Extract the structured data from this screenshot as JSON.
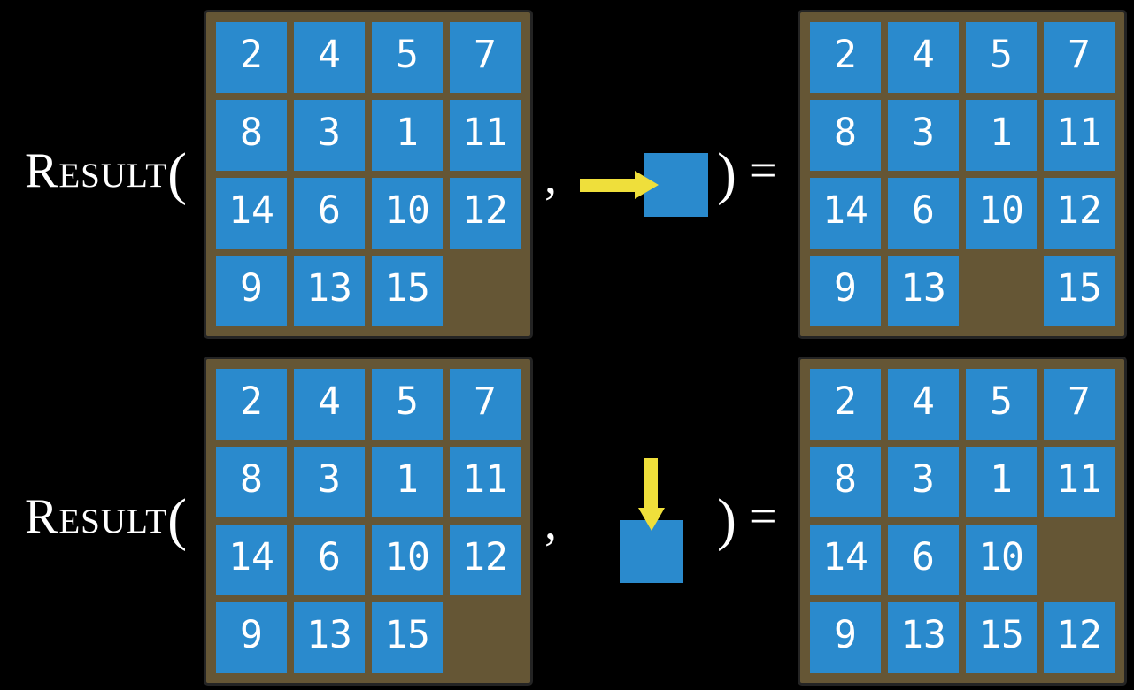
{
  "colors": {
    "background": "#000000",
    "tile": "#2A8ACD",
    "frame": "#655635",
    "frame_border": "#242424",
    "arrow": "#EFDF3B",
    "text": "#FFFFFF"
  },
  "equations": [
    {
      "label": "Result",
      "open_paren": "(",
      "comma": ",",
      "close_paren": ")",
      "equals": "=",
      "move": {
        "direction": "right",
        "icon": "right-arrow-icon"
      },
      "input_grid": [
        [
          "2",
          "4",
          "5",
          "7"
        ],
        [
          "8",
          "3",
          "1",
          "11"
        ],
        [
          "14",
          "6",
          "10",
          "12"
        ],
        [
          "9",
          "13",
          "15",
          ""
        ]
      ],
      "output_grid": [
        [
          "2",
          "4",
          "5",
          "7"
        ],
        [
          "8",
          "3",
          "1",
          "11"
        ],
        [
          "14",
          "6",
          "10",
          "12"
        ],
        [
          "9",
          "13",
          "",
          "15"
        ]
      ]
    },
    {
      "label": "Result",
      "open_paren": "(",
      "comma": ",",
      "close_paren": ")",
      "equals": "=",
      "move": {
        "direction": "down",
        "icon": "down-arrow-icon"
      },
      "input_grid": [
        [
          "2",
          "4",
          "5",
          "7"
        ],
        [
          "8",
          "3",
          "1",
          "11"
        ],
        [
          "14",
          "6",
          "10",
          "12"
        ],
        [
          "9",
          "13",
          "15",
          ""
        ]
      ],
      "output_grid": [
        [
          "2",
          "4",
          "5",
          "7"
        ],
        [
          "8",
          "3",
          "1",
          "11"
        ],
        [
          "14",
          "6",
          "10",
          ""
        ],
        [
          "9",
          "13",
          "15",
          "12"
        ]
      ]
    }
  ]
}
